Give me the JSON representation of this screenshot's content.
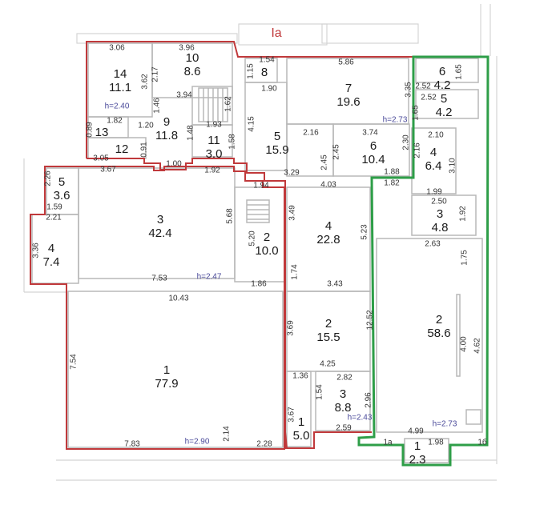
{
  "plan": {
    "section_label": "Ia",
    "colors": {
      "red_zone": "#c0393b",
      "green_zone": "#2e9e48",
      "walls": "#b8b8b8",
      "height_text": "#4a4a9a"
    },
    "rooms": [
      {
        "number": "14",
        "area": "11.1"
      },
      {
        "number": "10",
        "area": "8.6"
      },
      {
        "number": "8",
        "area": ""
      },
      {
        "number": "7",
        "area": "19.6"
      },
      {
        "number": "9",
        "area": "11.8"
      },
      {
        "number": "13",
        "area": ""
      },
      {
        "number": "12",
        "area": ""
      },
      {
        "number": "11",
        "area": "3.0"
      },
      {
        "number": "5",
        "area": "15.9"
      },
      {
        "number": "6",
        "area": "10.4"
      },
      {
        "number": "5",
        "area": "3.6"
      },
      {
        "number": "4",
        "area": "7.4"
      },
      {
        "number": "3",
        "area": "42.4"
      },
      {
        "number": "2",
        "area": "10.0"
      },
      {
        "number": "4",
        "area": "22.8"
      },
      {
        "number": "1",
        "area": "77.9"
      },
      {
        "number": "2",
        "area": "15.5"
      },
      {
        "number": "3",
        "area": "8.8"
      },
      {
        "number": "1",
        "area": "5.0"
      },
      {
        "number": "6",
        "area": "4.2"
      },
      {
        "number": "5",
        "area": "4.2"
      },
      {
        "number": "4",
        "area": "6.4"
      },
      {
        "number": "3",
        "area": "4.8"
      },
      {
        "number": "2",
        "area": "58.6"
      },
      {
        "number": "1",
        "area": "2.3"
      }
    ],
    "dimensions_horizontal": [
      "3.06",
      "3.96",
      "1.54",
      "5.86",
      "1.90",
      "3.94",
      "1.82",
      "1.20",
      "1.93",
      "2.16",
      "3.74",
      "3.05",
      "1.00",
      "3.67",
      "1.92",
      "3.29",
      "4.03",
      "1.88",
      "1.82",
      "1.94",
      "1.59",
      "2.21",
      "7.53",
      "1.86",
      "3.43",
      "10.43",
      "4.25",
      "1.36",
      "2.82",
      "2.59",
      "7.83",
      "2.28",
      "4.99",
      "1a",
      "1.98",
      "1б",
      "2.52",
      "2.52",
      "2.10",
      "1.99",
      "2.50",
      "2.63"
    ],
    "dimensions_vertical": [
      "2.17",
      "3.62",
      "1.15",
      "3.35",
      "1.65",
      "1.46",
      "1.62",
      "0.89",
      "4.15",
      "1.48",
      "1.58",
      "0.91",
      "2.45",
      "2.45",
      "2.30",
      "2.16",
      "3.10",
      "1.65",
      "1.92",
      "2.26",
      "5.68",
      "5.20",
      "3.49",
      "5.23",
      "3.36",
      "1.74",
      "1.75",
      "3.69",
      "12.52",
      "4.00",
      "4.62",
      "7.54",
      "1.54",
      "2.96",
      "3.67",
      "2.14"
    ],
    "ceiling_heights": [
      "h=2.40",
      "h=2.73",
      "h=2.47",
      "h=2.43",
      "h=2.90",
      "h=2.73"
    ]
  }
}
